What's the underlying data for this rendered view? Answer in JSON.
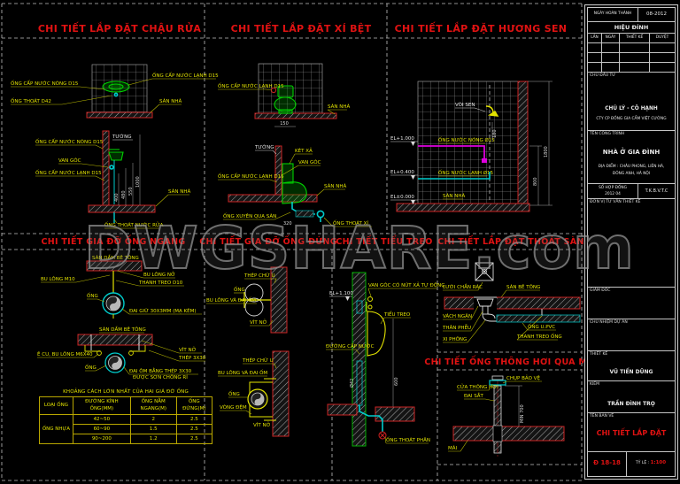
{
  "watermark": "DWGSHARE.com",
  "panels": {
    "chau_rua": {
      "title": "CHI TIẾT LẮP ĐẶT CHẬU RỬA",
      "labels": {
        "ong_nong_1": "ỐNG CẤP NƯỚC NÓNG D15",
        "ong_thoat": "ỐNG THOÁT D42",
        "ong_lanh_1": "ỐNG CẤP NƯỚC LẠNH D15",
        "san_nha_1": "SÀN NHÀ",
        "tuong": "TƯỜNG",
        "ong_nong_2": "ỐNG CẤP NƯỚC NÓNG D15",
        "van_goc": "VAN GÓC",
        "ong_lanh_2": "ỐNG CẤP NƯỚC LẠNH D15",
        "san_nha_2": "SÀN NHÀ",
        "ong_thoat_rua": "ỐNG THOÁT NƯỚC RỬA",
        "dim_400": "400",
        "dim_480": "480",
        "dim_550": "550",
        "dim_1000": "1000"
      }
    },
    "xi_bet": {
      "title": "CHI TIẾT LẮP ĐẶT XÍ BỆT",
      "labels": {
        "ong_lanh_1": "ỐNG CẤP NƯỚC LẠNH D15",
        "san_nha_1": "SÀN NHÀ",
        "dim_150": "150",
        "tuong": "TƯỜNG",
        "ket_xa": "KÉT XẢ",
        "van_goc": "VAN GÓC",
        "ong_lanh_2": "ỐNG CẤP NƯỚC LẠNH D15",
        "san_nha_2": "SÀN NHÀ",
        "ong_xuyen": "ỐNG XUYÊN QUA SÀN",
        "dim_320": "320",
        "ong_thoat_xi": "ỐNG THOÁT XÍ"
      }
    },
    "huong_sen": {
      "title": "CHI TIẾT LẮP ĐẶT HƯƠNG SEN",
      "labels": {
        "voi_sen": "VÒI SEN",
        "ong_nong": "ỐNG NƯỚC NÓNG Ø15",
        "ong_lanh": "ỐNG NƯỚC LẠNH Ø15",
        "san_nha": "SÀN NHÀ",
        "el_1000": "EL+1.000",
        "el_0400": "EL+0.400",
        "el_0000": "EL±0.000",
        "dim_180": "180",
        "dim_800": "800",
        "dim_1800": "1800"
      }
    },
    "ong_ngang": {
      "title": "CHI TIẾT GIA ĐỠ ỐNG NGANG",
      "labels": {
        "san_dam_1": "SÀN DẦM BÊ TÔNG",
        "bu_long_no": "BU LÔNG NỞ",
        "thanh_treo": "THANH TREO D10",
        "bu_long_m10": "BU LÔNG M10",
        "ong_1": "ỐNG",
        "dai_giu": "ĐAI GIỮ 30X3MM (MẠ KẼM)",
        "san_dam_2": "SÀN DẦM BÊ TÔNG",
        "vit_no": "VÍT NỞ",
        "thep_3x30": "THÉP 3X30",
        "e_cu": "Ê CU, BU LÔNG M6X40",
        "ong_2": "ỐNG",
        "dai_om_1": "ĐAI ÔM BẰNG THÉP 3X30",
        "dai_om_2": "ĐƯỢC SƠN CHỐNG RỈ"
      }
    },
    "ong_dung": {
      "title": "CHI TIẾT GIA ĐỠ ỐNG ĐỨNG",
      "labels": {
        "thep_u_1": "THÉP CHỮ U",
        "ong_1": "ỐNG",
        "bu_long_1": "BU LÔNG VÀ ĐAI ỐM",
        "vit_no_1": "VÍT NỞ",
        "thep_u_2": "THÉP CHỮ U",
        "bu_long_2": "BU LÔNG VÀ ĐAI ỐM",
        "ong_2": "ỐNG",
        "vong_dem": "VÒNG ĐỆM",
        "vit_no_2": "VÍT NỞ"
      }
    },
    "tieu_treo": {
      "title": "CHI TIẾT TIỂU TREO",
      "labels": {
        "el_1100": "EL+1.100",
        "van_goc": "VAN GÓC CÓ NÚT XẢ TỰ ĐỘNG",
        "tieu_treo": "TIỂU TREO",
        "duong_cap": "ĐƯỜNG CẤP NƯỚC",
        "dim_600": "600",
        "o42": "Ø42",
        "ong_thoat_phan": "ỐNG THOÁT PHÂN"
      }
    },
    "thoat_san": {
      "title": "CHI TIẾT LẮP ĐẶT THOÁT SÀN",
      "labels": {
        "luoi": "LƯỚI CHẮN RÁC",
        "san_be_tong": "SÀN BÊ TÔNG",
        "vach_ngan": "VÁCH NGĂN",
        "than_pheu": "THÂN PHỄU",
        "xi_phong": "XI PHÔNG",
        "ong_upvc": "ỐNG U.PVC",
        "thanh_treo": "THANH TREO ỐNG"
      }
    },
    "thong_hoi": {
      "title": "CHI TIẾT ỐNG THÔNG HƠI QUA MÁI",
      "labels": {
        "chup": "CHỤP BẢO VỆ",
        "cua": "CỬA THÔNG HƠI",
        "dai_sat": "ĐAI SẮT",
        "min700": "MIN 700",
        "mai": "MÁI"
      }
    }
  },
  "support_table": {
    "title": "KHOẢNG CÁCH LỚN NHẤT CỦA HAI GIÁ ĐỠ ỐNG",
    "headers": [
      "LOẠI ỐNG",
      "ĐƯỜNG KÍNH ỐNG(MM)",
      "ỐNG NẰM NGANG(M)",
      "ỐNG ĐỨNG(M)"
    ],
    "row_group": "ỐNG NHỰA",
    "rows": [
      [
        "42~50",
        "2",
        "2.5"
      ],
      [
        "60~90",
        "1.5",
        "2.5"
      ],
      [
        "90~200",
        "1.2",
        "2.5"
      ]
    ]
  },
  "title_block": {
    "ngay_hoan_thanh_label": "NGÀY HOÀN THÀNH",
    "date": "08-2012",
    "hieu_dinh": "HIỆU ĐÍNH",
    "rev_headers": [
      "LẦN",
      "NGÀY",
      "THIẾT KẾ",
      "DUYỆT"
    ],
    "chu_dau_tu_label": "CHỦ ĐẦU TƯ",
    "investor_line1": "CHÚ LÝ - CÔ HẠNH",
    "investor_line2": "CTY CP ĐỒNG GIA CẨM VIỆT CƯỜNG",
    "ten_cong_trinh_label": "TÊN CÔNG TRÌNH",
    "project": "NHÀ Ở GIA ĐÌNH",
    "address_line1": "ĐỊA ĐIỂM : CHÂU PHONG, LIÊN HÀ,",
    "address_line2": "ĐÔNG ANH, HÀ NỘI",
    "so_hop_dong_label": "SỐ HỢP ĐỒNG",
    "so_hop_dong_value": "2012 04",
    "stage": "T.K.B.V.T.C",
    "don_vi_label": "ĐƠN VỊ TƯ VẤN THIẾT KẾ",
    "giam_doc_label": "GIÁM ĐỐC",
    "chu_nhiem_label": "CHỦ NHIỆM DỰ ÁN",
    "thiet_ke_label": "THIẾT KẾ",
    "designer": "VŨ TIẾN DŨNG",
    "kiem_label": "KIỂM",
    "checker": "TRẦN ĐÌNH TRỌ",
    "ten_ban_ve_label": "TÊN BẢN VẼ",
    "drawing_title": "CHI TIẾT LẮP ĐẶT",
    "sheet_no": "Đ 18-18",
    "ty_le_label": "TỶ LỆ :",
    "scale": "1:100"
  }
}
